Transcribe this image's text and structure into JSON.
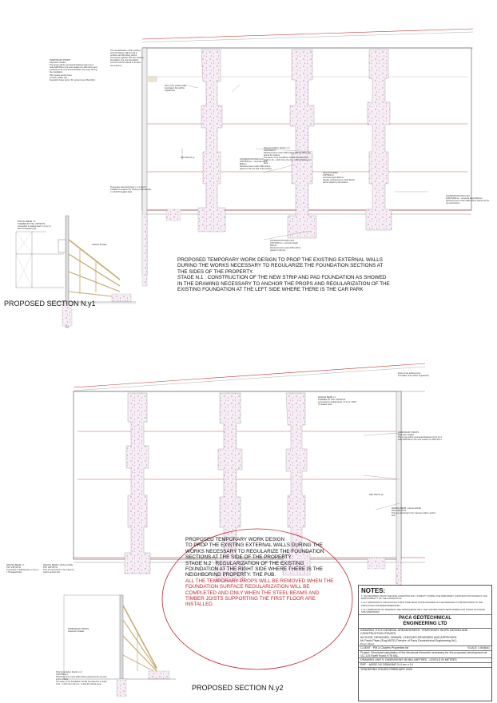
{
  "sections": {
    "upper": {
      "title": "PROPOSED SECTION N.y1",
      "stage_text": "PROPOSED TEMPORARY WORK DESIGN TO PROP THE EXISTING EXTERNAL WALLS DURING THE WORKS NECESSARY TO REGULARIZE THE FOUNDATION SECTIONS AT THE SIDES OF THE PROPERTY.\nSTAGE  N.1 : CONSTRUCTION OF THE NEW STRIP AND PAD FOUNDATION AS SHOWED IN THE DRAWING  NECESSARY TO ANCHOR THE PROPS AND  REGULARIZATION OF THE EXISTING FOUNDATION AT THE LEFT SIDE WHERE THERE IS THE CAR PARK",
      "section_mark": "SECTION N.y1"
    },
    "lower": {
      "title": "PROPOSED SECTION N.y2",
      "stage_text": "PROPOSED TEMPORARY WORK DESIGN\nTO PROP THE EXISTING EXTERNAL WALLS DURING THE WORKS NECESSARY  TO REGULARIZE THE FOUNDATION SECTIONS AT THE SIDE OF THE PROPERTY.\nSTAGE  N.2 : REGULARIZATION OF THE EXISTING FOUNDATION AT THE RIGHT SIDE WHERE THERE IS THE NEIGHBORING  PROPERTY: THE PUB.",
      "stage_warning": "ALL THE TEMPORARY PROPS WILL BE REMOVED WHEN THE FOUNDATION SURFACE REGULARIZATION WILL BE COMPLETED AND ONLY WHEN THE STEEL BEAMS AND TIMBER JOISTS SUPPORTING THE FIRST FLOOR  ARE INSTALLED.",
      "section_mark": "SECTION N.y2"
    }
  },
  "annotations": {
    "temp_props_1": "TEMPORARY PROPS\nSuperslim Soldier\nThe props will be connected between them by 2 bolts M20*80mm Pin and Grade min 480 N/mm and a braced to be connected between the props during the installation\nPlan needs anchor boss\nAt each soldier use\nSuperslim Face Jack 1 M, (ground use SSL1024)",
    "top_note": "The regularization of the existing strip foundation will be built in portions and the filling will be connected together with the existing foundation; the new foundation concrete will be placed in at least two portions.",
    "part_existing": "Part of the existing strip foundation that will be regularized",
    "strip_found": "Strip Foundation Section n.2\n1100*500mm\nReinforcement mesh A393 will be placed at the top\nand at the bottom.\nThe base of the foundation should be placed at a\ndepth 1.10 - 1.20m from the G.L. to find the dense area.",
    "pad_found": "FOUNDATION PAD N.1/2\n2500*500mm - concrete depth 800mm\nReinforcement mesh A393 will be placed at the top and at the bottom.",
    "pad_found_r": "FOUNDATION PAD N.3/4\n2200*1200mm - concrete depth 800mm\nReinforcement mesh A393 will be placed at the top and bottom.",
    "strip_right": "Strip Foundation\n700*500mm\nconcrete depth 800mm\nDouble reinforcement mesh B1131 will be placed in the bottom.",
    "pad_bottom": "FOUNDATION PAD N.6/8\n700*1400mm - concrete depth 800mm\nReinforcement mesh A393 will be placed in the top.",
    "waling_1": "WALING BEAM n.1\nFORMED BY PFC 230*90*32\nconnected to waling beam n.2 by 4 x M16 Threaded bolts.",
    "temp_fixed": "Temporary steel fixed legs n. 1-2 and 3 installed to support the existing external wall; 4 x M16 Threaded bolts.",
    "waling_r": "WALING BEAM n.1\nFORMED BY PFC 230*90*32\nconnected to waling beam n.2 by 4 x M16 Threaded bolts.",
    "temp_props_2": "TEMPORARY PROPS\nSuperslim Soldier\nThe props will be connected between them by 4 bolts M20*80mm Pin and Grade min 480 N/mm.",
    "waling_r2": "WALING BEAM n.2(e2a and 8a)\nPFC 230*90*32\nThis are anchored in the masonry wall to anchor bolt.",
    "waling_bl": "WALING BEAM n.1\nPFC 230*90*32\nconnected to waling beam n.2 by 4 x Threaded bolts.",
    "waling_b2": "WALING BEAM n.2(e2a and 8a)\nPFC 230*90*32\nThis are anchored in the masonry wall to anchor bolt.",
    "strip_bot": "Strip Foundation Section n.3\n1100*500mm\nReinforcement mesh A393 will be placed at the top and at the bottom.\nThe base of the foundation should be placed at a depth 1.10 - 1.20m from the G.L. to find the dense area.",
    "temp_props_bot": "TEMPORARY PROPS\nSuperslim Soldier",
    "point_of_existing": "Point of the existing strip foundation that will be regularized",
    "angle_label": "ANGLE 45 DEG"
  },
  "notes": {
    "heading": "NOTES:",
    "items": [
      "1. THE DRAWINGS SHOW THE FINAL CONDITION ONLY. STABILITY DURING THE TEMPORARY CONSTRUCTION STAGES IS THE RESPONSIBILITY OF THE CONTRACTOR.",
      "2. ALL VARIANCES IN THE EXISTING STRUCTURE FROM THOSE ASSUMED ON THE DRAWINGS TO BE REPORTED TO THE STRUCTURAL ENGINEER IMMEDIATELY.",
      "3. ALL DIMENSIONS ON DRAWINGS ARE APPROXIMATE ONLY. THE CONTRACTOR IS RESPONSIBLE FOR TAKING ACCURATE SITE DIMENSIONS."
    ]
  },
  "title_block": {
    "company": "PACA GEOTECHNICAL\nENGINEERING LTD",
    "drawing_title": "DRAWING TITLE:GENERAL ARRANGEMENT: TEMPORARY WORK DESIGN AND CONSTRUCTION STAGES",
    "author": "AUTHOR, DESIGNED, DRAWN, CHECKED,REVIEWED AND APPROVED:",
    "author_name": "Mr Paolo Pisan (Eng.MICE) Director of Paca Geotechnical Engineering ltd ),",
    "signature": "Paolo Pisan",
    "client": "CLIENT : PM & Charles Properties Itd",
    "scale": "SCALE 1:50@A1",
    "project": "Project: Structural calculation of the structural elements necessary  for the proposed development at 111-115 Ewell Road, KT6 6AL.",
    "units": "DRAWING UNITS: DIMENSIONS IN MILLIMETRES - LEVELS IN METRES",
    "ref": "REF. : A0052.24/ DRAWING N.4 rev n.14",
    "tendering": "TENDERING ISSUED FEBRUARY 2025"
  },
  "colors": {
    "concrete": "#f5eef5",
    "dots": "#b44a9a",
    "wall_red": "#d9534f",
    "prop": "#c6a66b",
    "stage_red": "#c0262d"
  }
}
